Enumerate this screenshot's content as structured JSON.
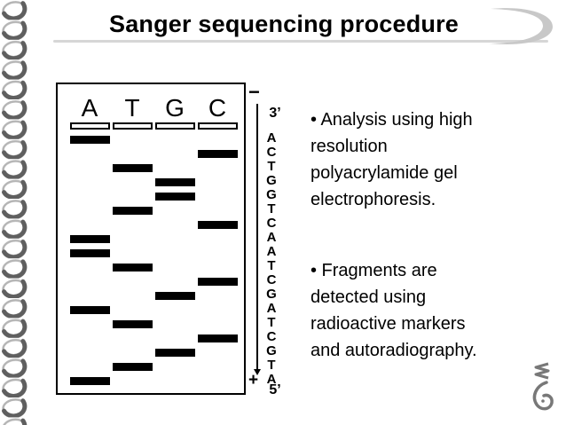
{
  "title": "Sanger sequencing procedure",
  "gel": {
    "lane_labels": [
      "A",
      "T",
      "G",
      "C"
    ],
    "bands_top_to_bottom": [
      "A",
      "C",
      "T",
      "G",
      "G",
      "T",
      "C",
      "A",
      "A",
      "T",
      "C",
      "G",
      "A",
      "T",
      "C",
      "G",
      "T",
      "A"
    ]
  },
  "ladder": {
    "electrode_top": "−",
    "electrode_bottom": "+",
    "end_top": "3’",
    "end_bottom": "5’",
    "sequence_top_to_bottom": [
      "A",
      "C",
      "T",
      "G",
      "G",
      "T",
      "C",
      "A",
      "A",
      "T",
      "C",
      "G",
      "A",
      "T",
      "C",
      "G",
      "T",
      "A"
    ]
  },
  "bullets": [
    {
      "lines": [
        "• Analysis using high",
        "resolution",
        "polyacrylamide gel",
        "electrophoresis."
      ]
    },
    {
      "lines": [
        "• Fragments are",
        "detected using",
        "radioactive markers",
        "and autoradiography."
      ]
    }
  ],
  "colors": {
    "text": "#000000",
    "band": "#000000",
    "decor-gray": "#c8c8c8",
    "coil-dark": "#5f5f5f",
    "coil-light": "#b5b5b5",
    "doodle-gray": "#787878"
  }
}
